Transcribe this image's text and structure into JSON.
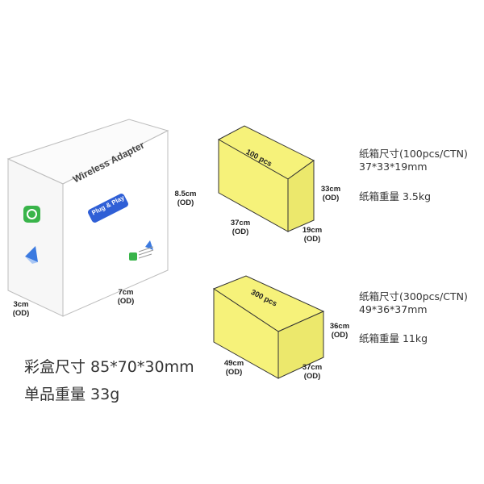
{
  "product_box": {
    "title": "Wireless Adapter",
    "badge": "Plug & Play",
    "width_label": "7cm",
    "depth_label": "3cm",
    "height_label": "8.5cm",
    "od_label": "(OD)"
  },
  "carton_small": {
    "pcs_label": "100 pcs",
    "length_label": "37cm",
    "width_label": "19cm",
    "height_label": "33cm",
    "od_label": "(OD)",
    "spec_size_label": "纸箱尺寸(100pcs/CTN)",
    "spec_size_value": "37*33*19mm",
    "spec_weight": "纸箱重量 3.5kg"
  },
  "carton_large": {
    "pcs_label": "300 pcs",
    "length_label": "49cm",
    "width_label": "37cm",
    "height_label": "36cm",
    "od_label": "(OD)",
    "spec_size_label": "纸箱尺寸(300pcs/CTN)",
    "spec_size_value": "49*36*37mm",
    "spec_weight": "纸箱重量 11kg"
  },
  "summary": {
    "box_size": "彩盒尺寸 85*70*30mm",
    "unit_weight": "单品重量 33g"
  },
  "colors": {
    "carton_fill": "#f6f27a",
    "carton_side": "#ece86c",
    "carton_edge": "#333333",
    "badge_blue": "#2f5fd6",
    "icon_green": "#39b44a"
  }
}
